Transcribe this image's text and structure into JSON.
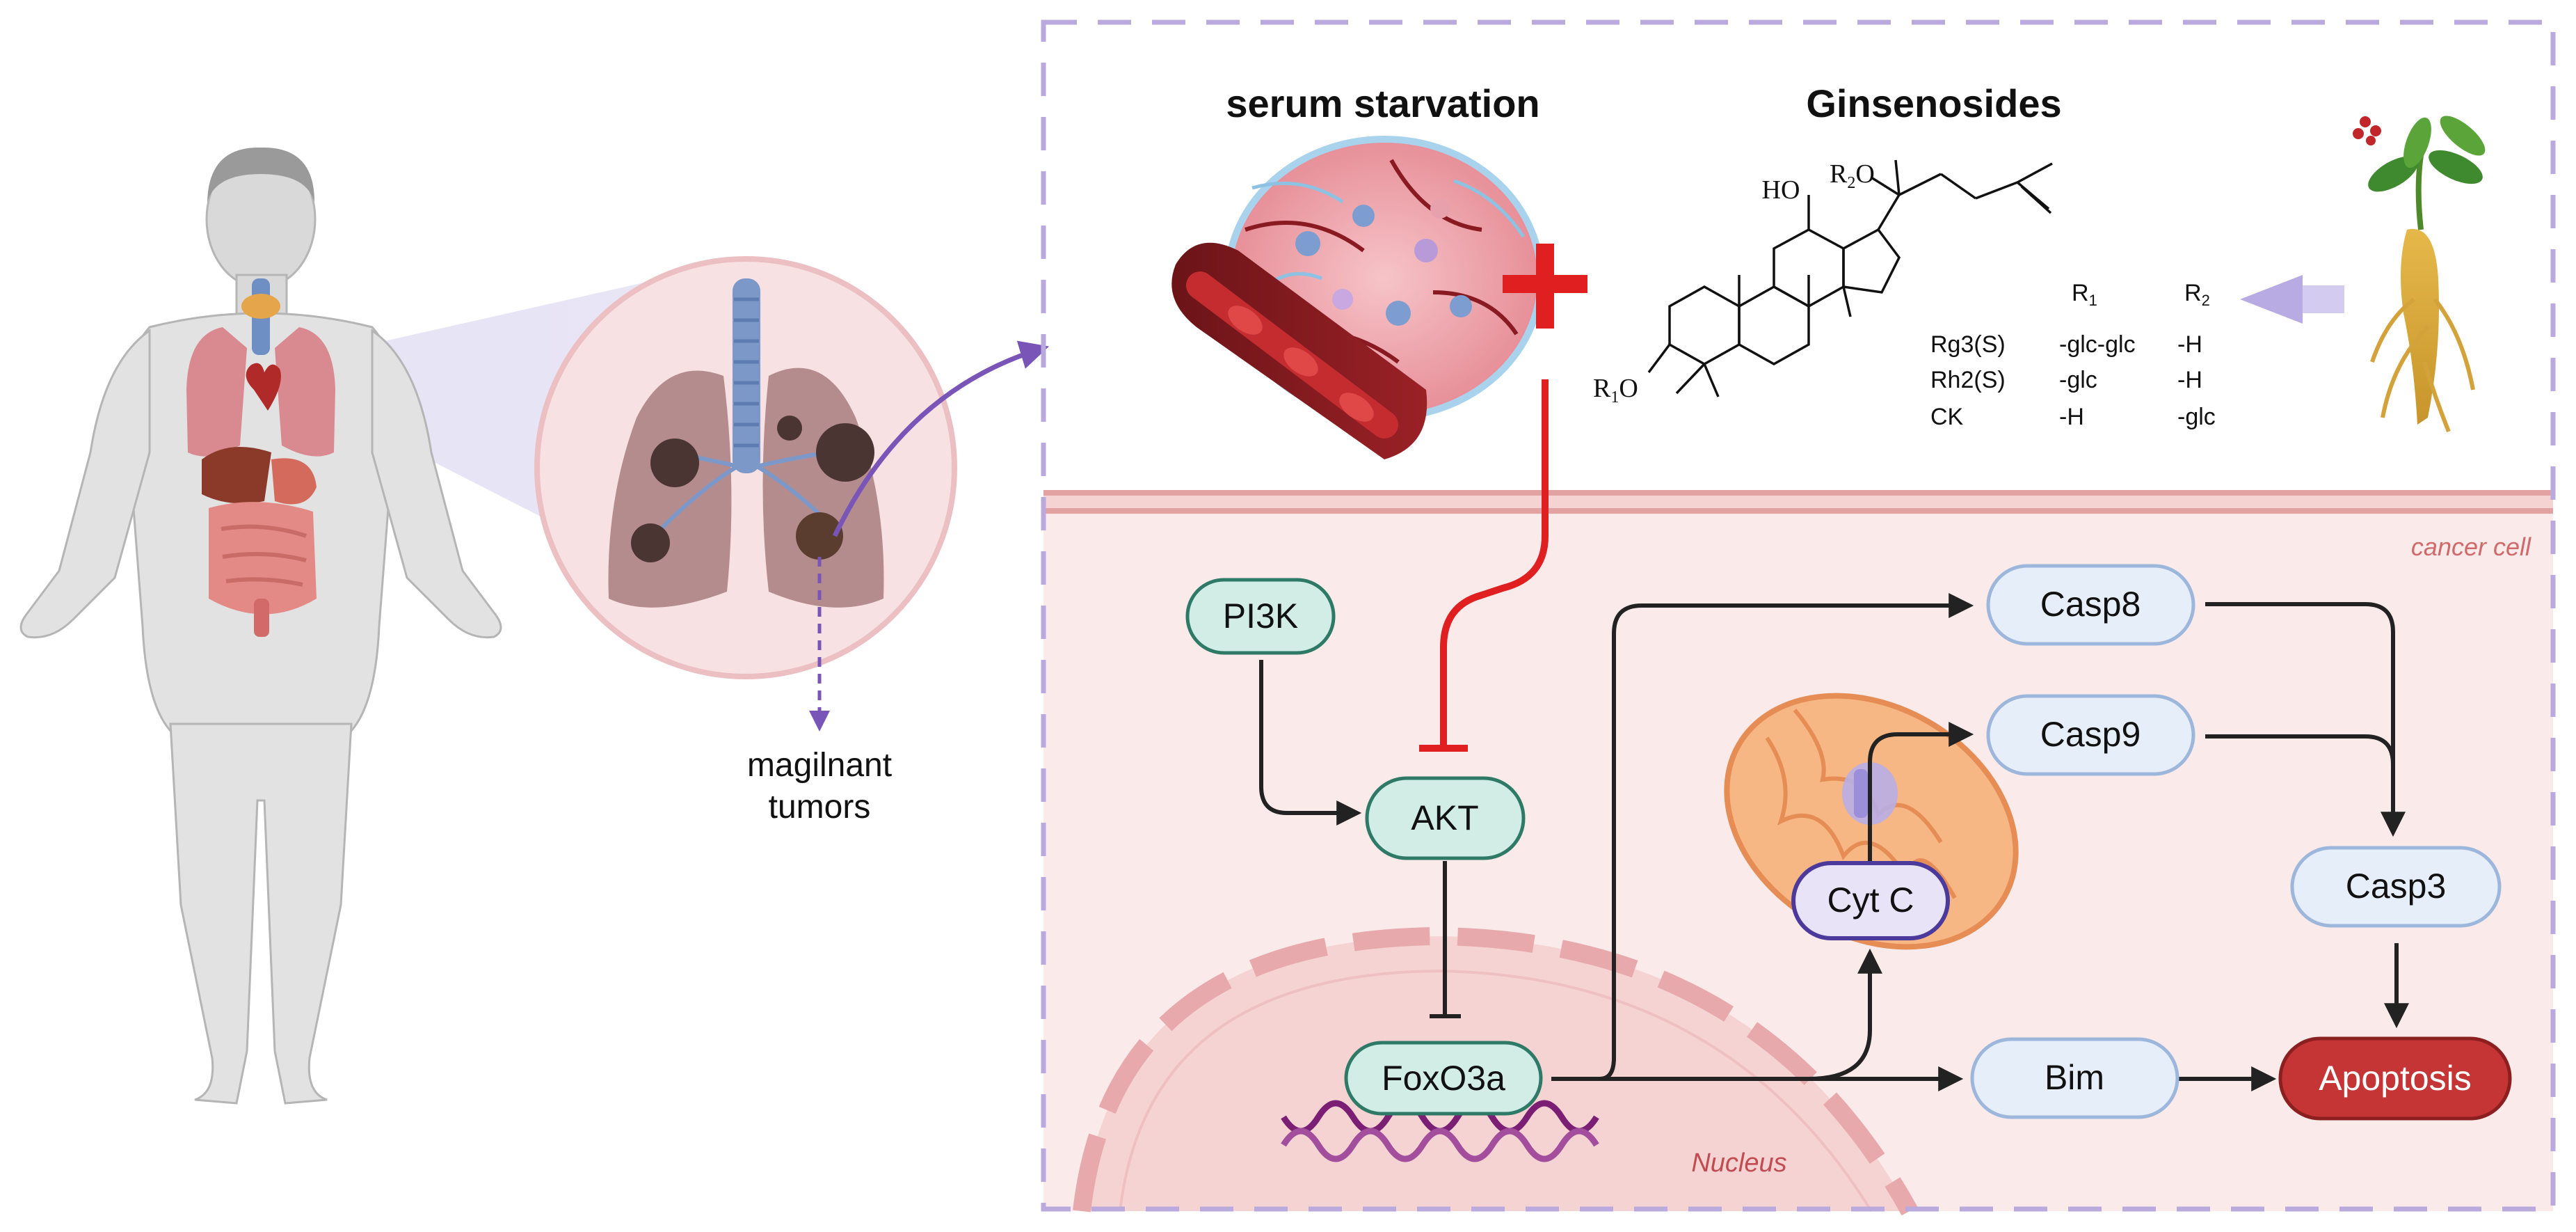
{
  "labels": {
    "serum_starvation": "serum starvation",
    "ginsenosides": "Ginsenosides",
    "malignant_tumors_line1": "magilnant",
    "malignant_tumors_line2": "tumors",
    "cancer_cell": "cancer cell",
    "nucleus": "Nucleus"
  },
  "structure_labels": {
    "ho": "HO",
    "r2o_r": "R",
    "r2o_sub": "2",
    "r2o_o": "O",
    "r1o_r": "R",
    "r1o_sub": "1",
    "r1o_o": "O"
  },
  "substituent_table": {
    "header_r1": "R",
    "header_r1_sub": "1",
    "header_r2": "R",
    "header_r2_sub": "2",
    "rows": [
      {
        "name": "Rg3(S)",
        "r1": "-glc-glc",
        "r2": "-H"
      },
      {
        "name": "Rh2(S)",
        "r1": "-glc",
        "r2": "-H"
      },
      {
        "name": "CK",
        "r1": "-H",
        "r2": "-glc"
      }
    ]
  },
  "nodes": {
    "pi3k": "PI3K",
    "akt": "AKT",
    "foxo3a": "FoxO3a",
    "casp8": "Casp8",
    "casp9": "Casp9",
    "casp3": "Casp3",
    "cytc": "Cyt C",
    "bim": "Bim",
    "apoptosis": "Apoptosis"
  },
  "colors": {
    "panel_border": "#b9a9dc",
    "cell_fill": "#fbeaea",
    "membrane": "#e8b0b0",
    "nucleus_fill": "#f7d9d9",
    "teal_node_fill": "#d2ede6",
    "teal_node_stroke": "#2e7a66",
    "blue_node_fill": "#e6eef9",
    "blue_node_stroke": "#9db7dc",
    "apoptosis_fill": "#c53535",
    "cytc_fill": "#e9e3f8",
    "cytc_stroke": "#4b3a9c",
    "inhibition_red": "#e02020",
    "arrow_dark": "#222222",
    "purple_arrow": "#7a55b8",
    "dna": "#7a1f74"
  }
}
